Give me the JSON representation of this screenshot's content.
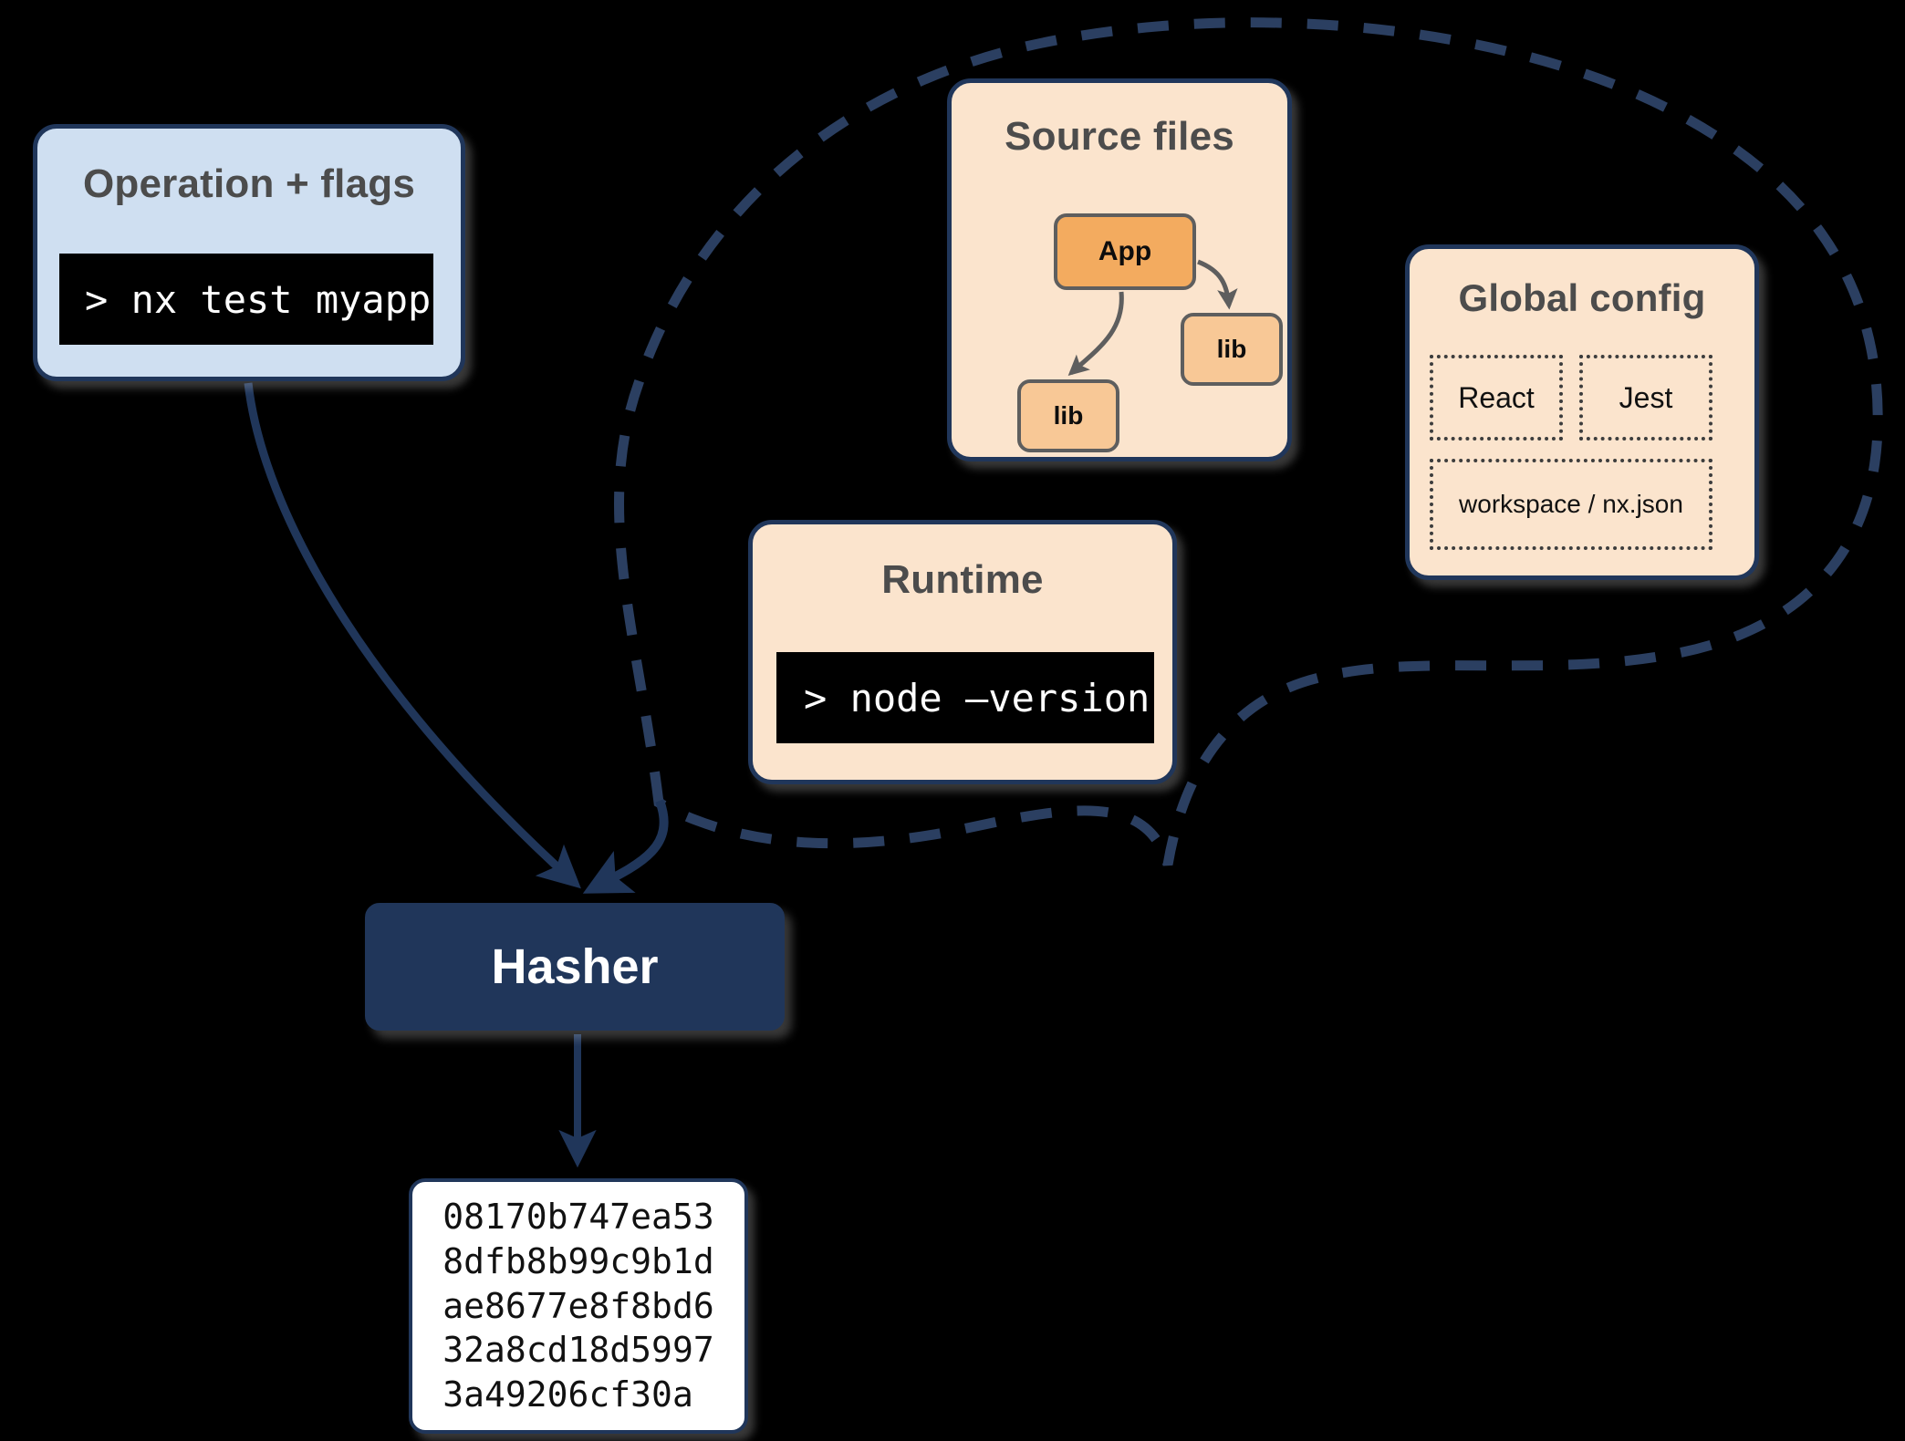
{
  "diagram": {
    "title_semantic": "nx-task-hashing-diagram",
    "colors": {
      "background": "#000000",
      "navy": "#20365a",
      "operation_card": "#cfdff1",
      "source_card": "#fbe4cd",
      "app_node": "#f3ab5f",
      "lib_node": "#f8c896",
      "hasher_fill": "#20365a",
      "hash_fill": "#ffffff",
      "terminal_bg": "#000000",
      "terminal_fg": "#ffffff",
      "title_text": "#4c4c4c",
      "dashed_envelope": "#2b3f61"
    }
  },
  "operation": {
    "title": "Operation + flags",
    "command": "> nx test myapp"
  },
  "source_files": {
    "title": "Source files",
    "nodes": [
      {
        "id": "app",
        "label": "App"
      },
      {
        "id": "lib-right",
        "label": "lib"
      },
      {
        "id": "lib-left",
        "label": "lib"
      }
    ],
    "edges": [
      {
        "from": "App",
        "to": "lib-right"
      },
      {
        "from": "App",
        "to": "lib-left"
      }
    ]
  },
  "global_config": {
    "title": "Global config",
    "slots": [
      {
        "id": "react",
        "label": "React"
      },
      {
        "id": "jest",
        "label": "Jest"
      },
      {
        "id": "workspace",
        "label": "workspace / nx.json"
      }
    ]
  },
  "runtime": {
    "title": "Runtime",
    "command": "> node –version"
  },
  "hasher": {
    "label": "Hasher"
  },
  "hash_output": {
    "lines": [
      "08170b747ea53",
      "8dfb8b99c9b1d",
      "ae8677e8f8bd6",
      "32a8cd18d5997",
      "3a49206cf30a"
    ],
    "value": "08170b747ea538dfb8b99c9b1dae8677e8f8bd632a8cd18d59973a49206cf30a"
  }
}
